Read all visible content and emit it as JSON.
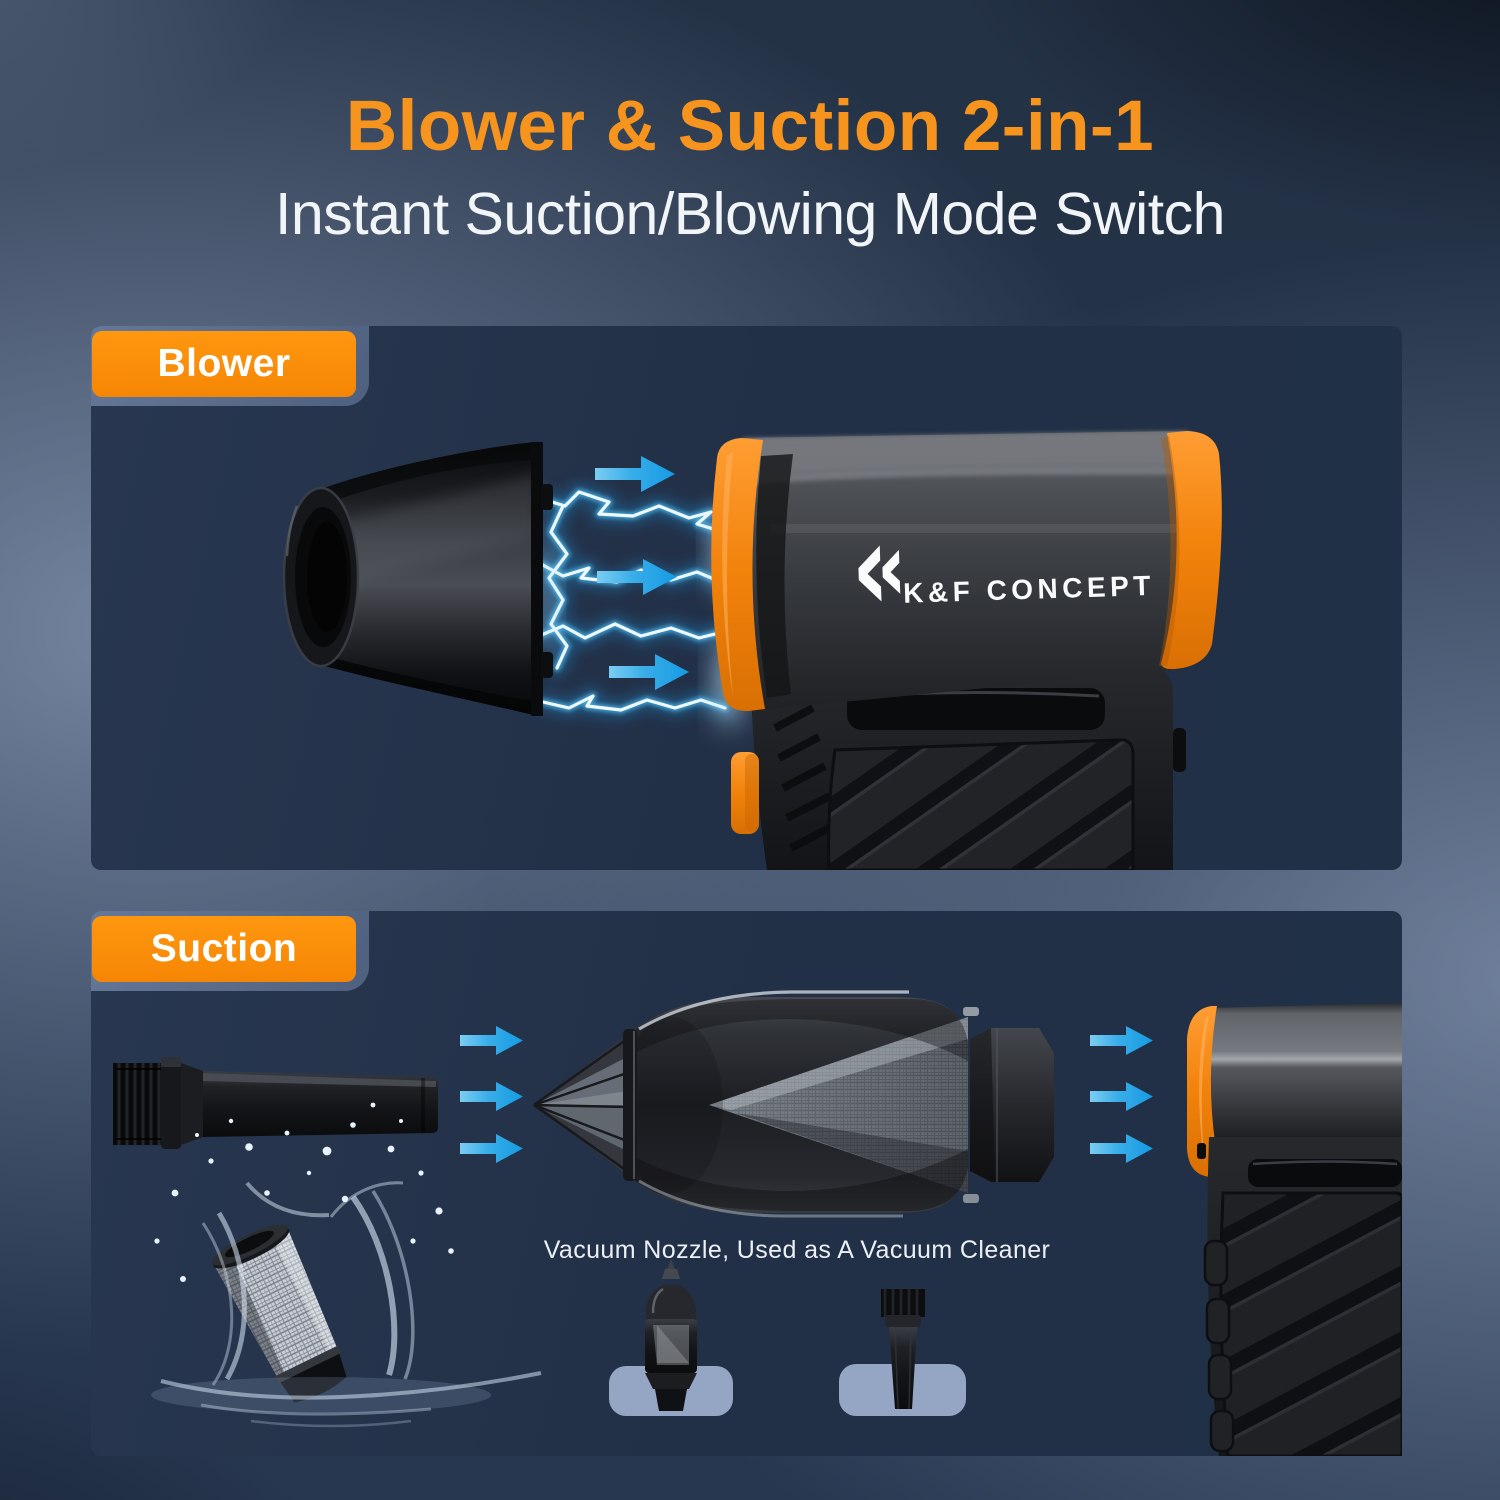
{
  "page": {
    "title": "Blower & Suction 2-in-1",
    "subtitle": "Instant Suction/Blowing Mode Switch"
  },
  "sections": [
    {
      "id": "blower",
      "label": "Blower"
    },
    {
      "id": "suction",
      "label": "Suction",
      "caption": "Vacuum Nozzle, Used as A Vacuum Cleaner"
    }
  ],
  "branding": {
    "logo_text": "K&F CONCEPT"
  },
  "icons": [
    "airflow-arrow-icon",
    "lightning-bolt-icon"
  ],
  "colors": {
    "accent_orange": "#F7941D",
    "label_orange": "#F98C08",
    "background_navy": "#243349",
    "panel_navy": "#223047",
    "arrow_blue": "#2BA3E3",
    "pad_slate": "#94A6C4",
    "text_white": "#F2F5F8"
  }
}
